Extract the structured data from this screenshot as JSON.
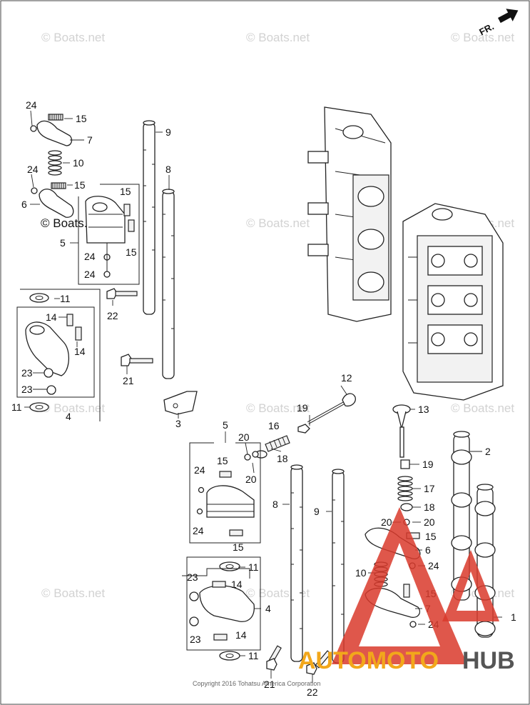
{
  "watermark": "© Boats.net",
  "copyright": "Copyright 2016 Tohatsu America Corporation",
  "direction_marker": "FR.",
  "brand_logo": {
    "part1": "AUTOMOTO",
    "part2": "HUB",
    "color1": "#f2a71b",
    "color2": "#555555",
    "triangle_color": "#d93a2b"
  },
  "callouts": {
    "c1": "1",
    "c2": "2",
    "c3": "3",
    "c4a": "4",
    "c4b": "4",
    "c5a": "5",
    "c5b": "5",
    "c6a": "6",
    "c6b": "6",
    "c7a": "7",
    "c7b": "7",
    "c8a": "8",
    "c8b": "8",
    "c9a": "9",
    "c9b": "9",
    "c10a": "10",
    "c10b": "10",
    "c11a": "11",
    "c11b": "11",
    "c11c": "11",
    "c11d": "11",
    "c12": "12",
    "c13": "13",
    "c14a": "14",
    "c14b": "14",
    "c14c": "14",
    "c14d": "14",
    "c15a": "15",
    "c15b": "15",
    "c15c": "15",
    "c15d": "15",
    "c15e": "15",
    "c15f": "15",
    "c15g": "15",
    "c15h": "15",
    "c16": "16",
    "c17": "17",
    "c18a": "18",
    "c18b": "18",
    "c19a": "19",
    "c19b": "19",
    "c20a": "20",
    "c20b": "20",
    "c20c": "20",
    "c20d": "20",
    "c21a": "21",
    "c21b": "21",
    "c22a": "22",
    "c22b": "22",
    "c23a": "23",
    "c23b": "23",
    "c23c": "23",
    "c23d": "23",
    "c24a": "24",
    "c24b": "24",
    "c24c": "24",
    "c24d": "24",
    "c24e": "24",
    "c24f": "24",
    "c24g": "24",
    "c24h": "24"
  }
}
